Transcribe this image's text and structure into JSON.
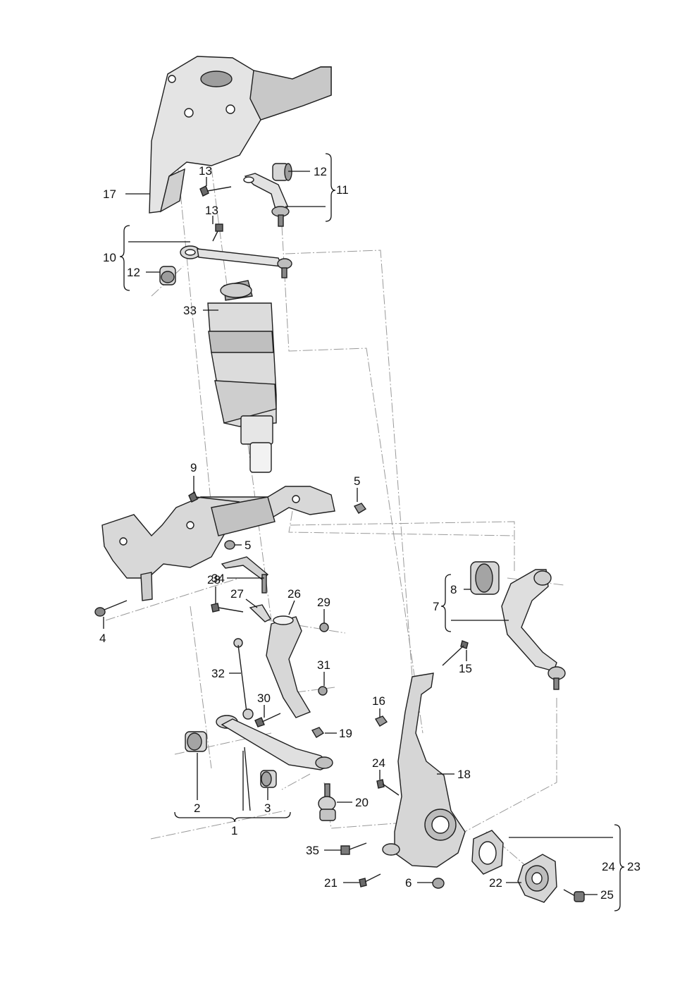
{
  "diagram": {
    "labels": {
      "l1": "1",
      "l2": "2",
      "l3": "3",
      "l4": "4",
      "l5a": "5",
      "l5b": "5",
      "l6": "6",
      "l7": "7",
      "l8": "8",
      "l9": "9",
      "l10": "10",
      "l11": "11",
      "l12a": "12",
      "l12b": "12",
      "l13a": "13",
      "l13b": "13",
      "l15": "15",
      "l16": "16",
      "l17": "17",
      "l18": "18",
      "l19": "19",
      "l20": "20",
      "l21": "21",
      "l22": "22",
      "l23": "23",
      "l24a": "24",
      "l24b": "24",
      "l25": "25",
      "l26": "26",
      "l27": "27",
      "l28": "28",
      "l29": "29",
      "l30": "30",
      "l31": "31",
      "l32": "32",
      "l33": "33",
      "l34": "34",
      "l35": "35"
    },
    "colors": {
      "part_fill": "#e9e9e9",
      "part_shade": "#bdbdbd",
      "part_dark": "#4a4a4a",
      "phantom_line": "#9a9a9a"
    }
  }
}
